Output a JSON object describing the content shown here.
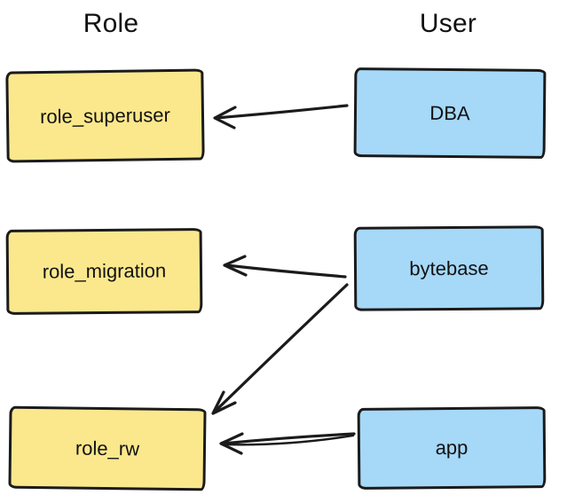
{
  "headers": {
    "role": "Role",
    "user": "User"
  },
  "nodes": {
    "role_superuser": {
      "label": "role_superuser",
      "type": "role"
    },
    "role_migration": {
      "label": "role_migration",
      "type": "role"
    },
    "role_rw": {
      "label": "role_rw",
      "type": "role"
    },
    "dba": {
      "label": "DBA",
      "type": "user"
    },
    "bytebase": {
      "label": "bytebase",
      "type": "user"
    },
    "app": {
      "label": "app",
      "type": "user"
    }
  },
  "edges": [
    {
      "from": "DBA",
      "to": "role_superuser"
    },
    {
      "from": "bytebase",
      "to": "role_migration"
    },
    {
      "from": "bytebase",
      "to": "role_rw"
    },
    {
      "from": "app",
      "to": "role_rw"
    }
  ],
  "colors": {
    "role_fill": "#fbe88d",
    "user_fill": "#a6d8f8",
    "stroke": "#1b1b1b"
  }
}
